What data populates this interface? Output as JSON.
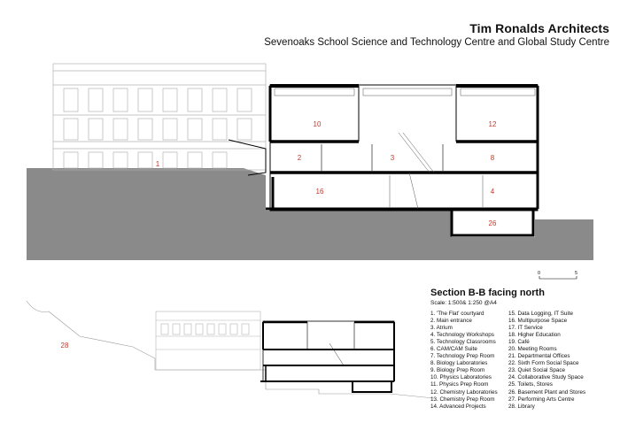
{
  "header": {
    "firm": "Tim Ronalds Architects",
    "project": "Sevenoaks School Science and Technology Centre and Global Study Centre"
  },
  "scale_bar": {
    "start": "0",
    "end": "5"
  },
  "section": {
    "title": "Section B-B facing north",
    "scale": "Scale: 1:500& 1:250 @A4"
  },
  "room_numbers": {
    "main": [
      "10",
      "12",
      "1",
      "2",
      "3",
      "8",
      "16",
      "4",
      "26"
    ],
    "small": [
      "28"
    ]
  },
  "legend_col1": [
    "1. 'The Flat' courtyard",
    "2. Main entrance",
    "3. Atrium",
    "4. Technology Workshops",
    "5. Technology Classrooms",
    "6. CAM/CAM Suite",
    "7. Technology Prep Room",
    "8. Biology Laboratories",
    "9. Biology Prep Room",
    "10. Physics Laboratories",
    "11. Physics Prep Room",
    "12. Chemistry Laboratories",
    "13. Chemistry Prep Room",
    "14. Advanced Projects"
  ],
  "legend_col2": [
    "15. Data Logging, IT Suite",
    "16. Multipurpose Space",
    "17. IT Service",
    "18. Higher Education",
    "19. Café",
    "20. Meeting Rooms",
    "21. Departmental Offices",
    "22. Sixth Form Social Space",
    "23. Quiet Social Space",
    "24. Collaborative Study Space",
    "25. Toilets, Stores",
    "26. Basement Plant and Stores",
    "27. Performing Arts Centre",
    "28. Library"
  ],
  "colors": {
    "ground": "#8a8a8a",
    "label_red": "#c0392b",
    "outline": "#b0b0b0"
  }
}
